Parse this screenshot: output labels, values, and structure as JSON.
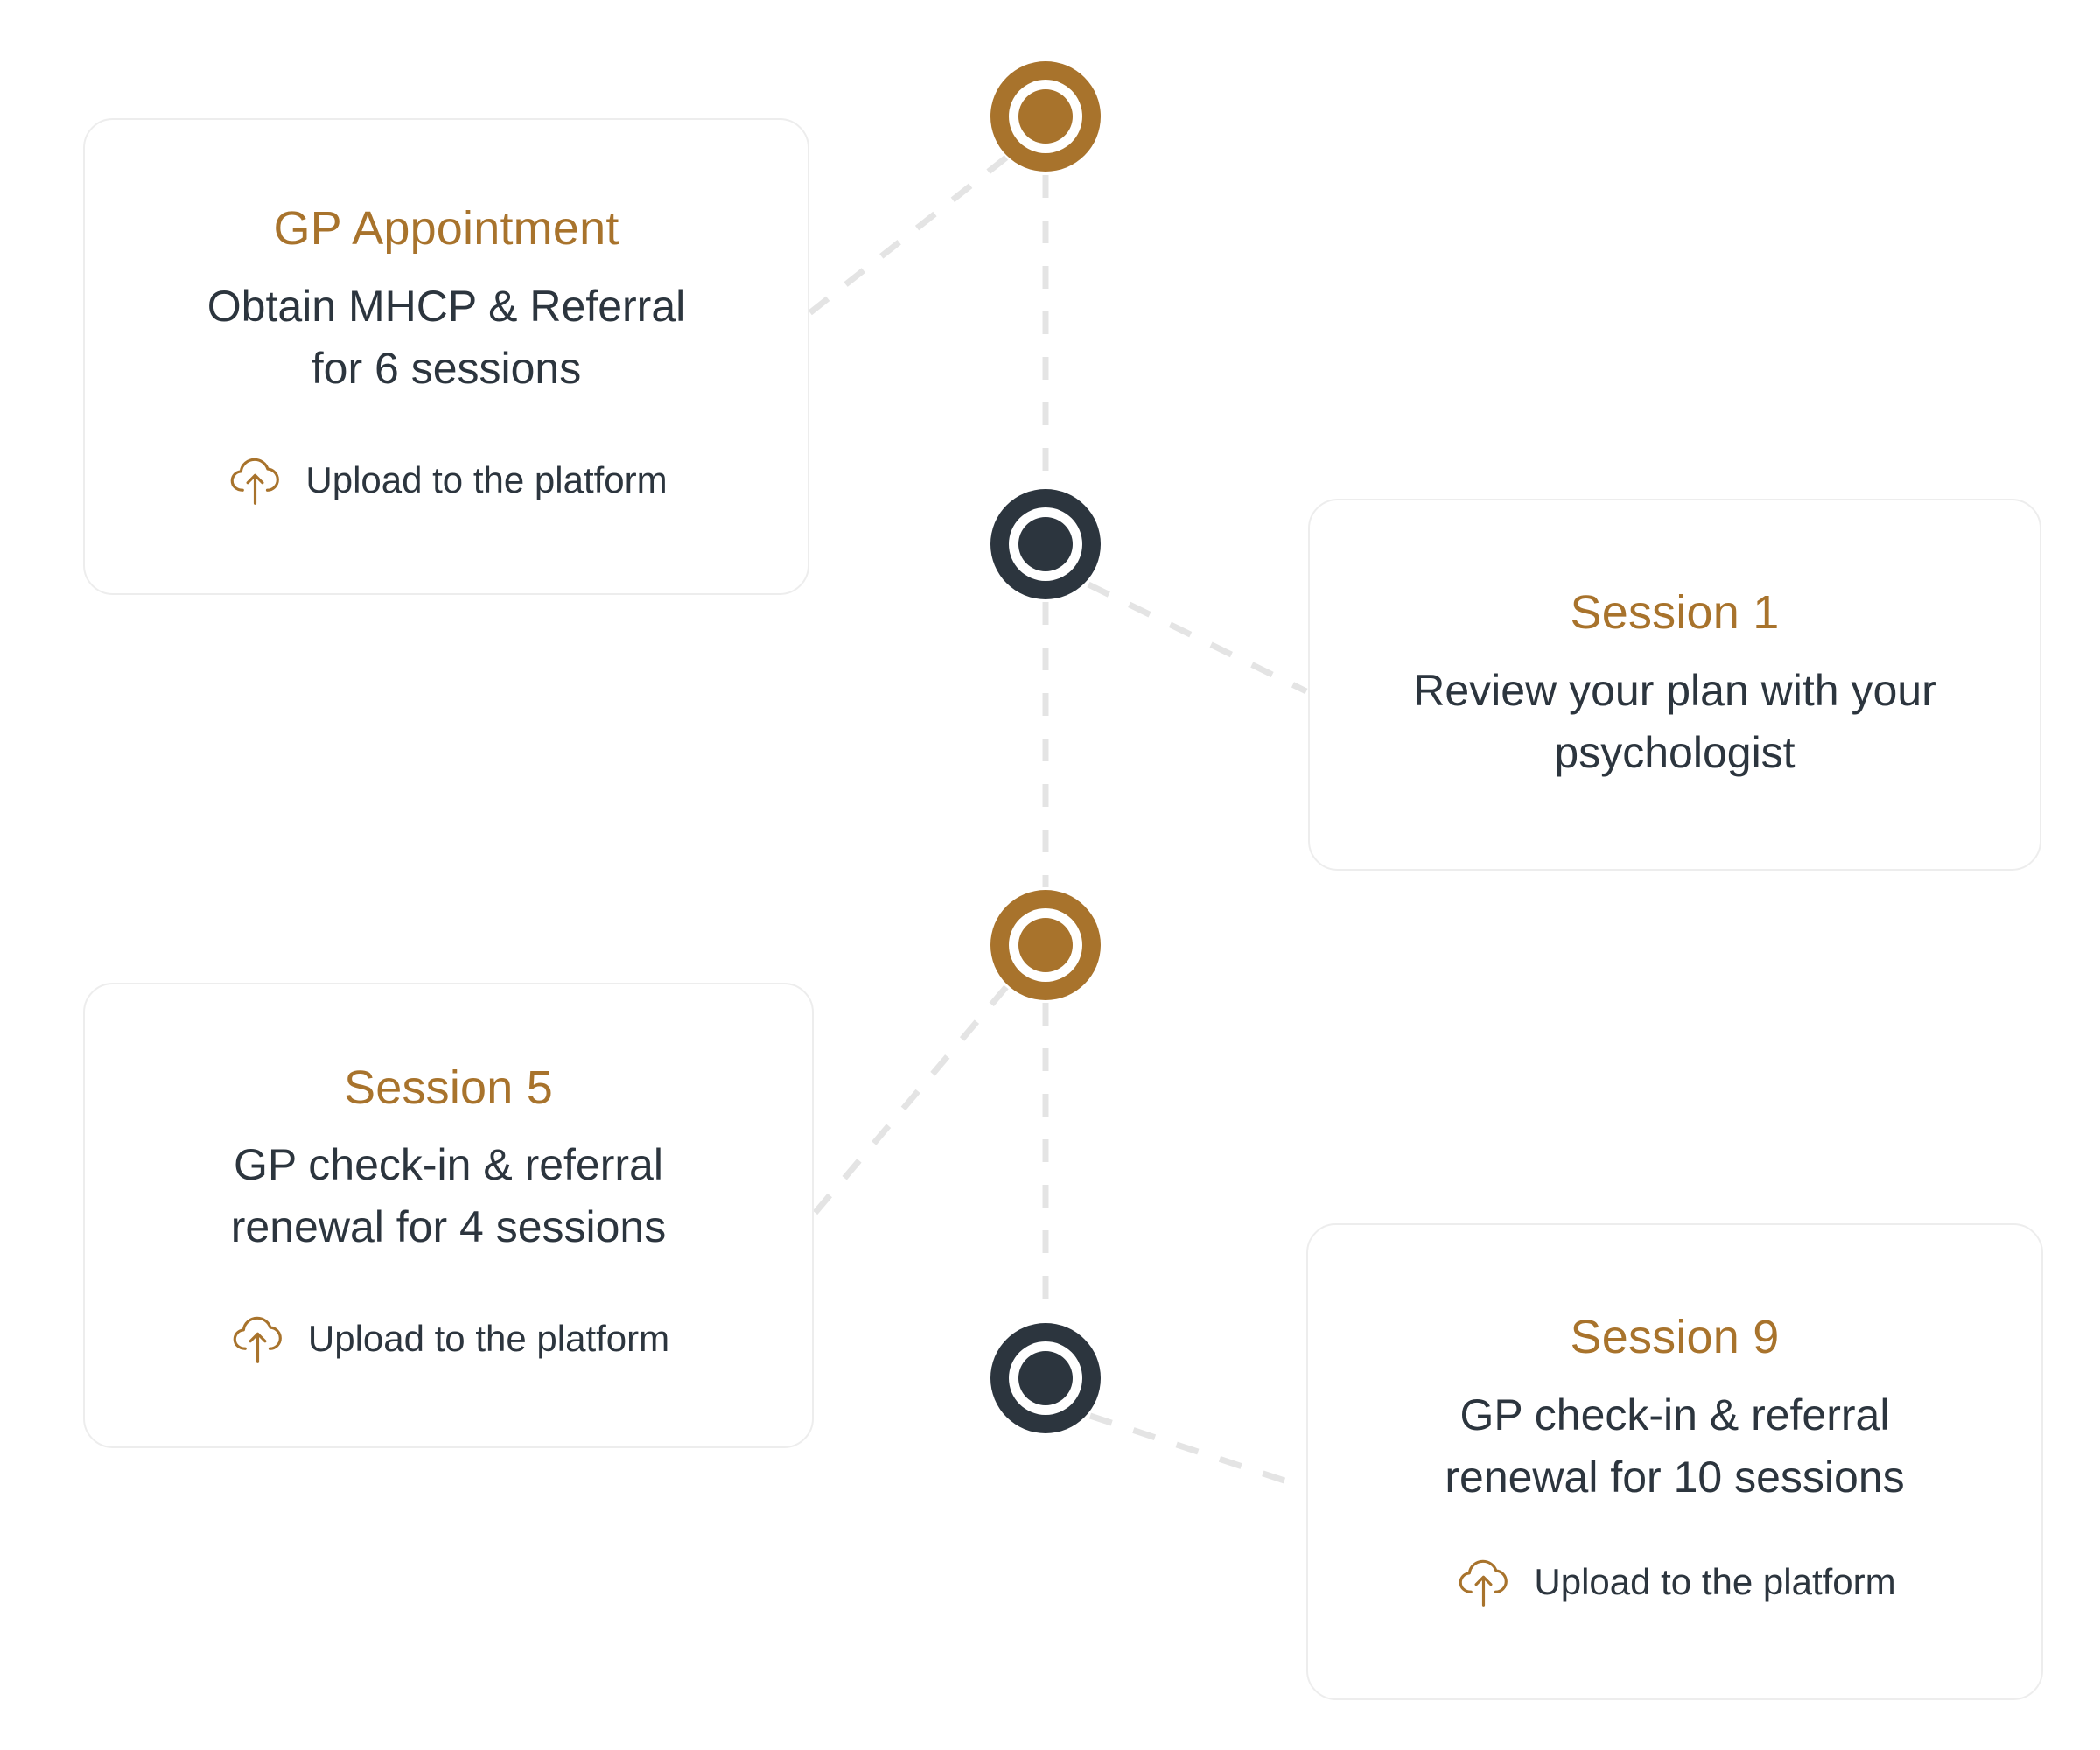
{
  "theme": {
    "accent_bronze": "#A8732C",
    "accent_dark": "#2C353E",
    "card_border": "#ededed",
    "connector_line": "#e4e4e4",
    "background": "#ffffff"
  },
  "diagram": {
    "title_semantic": "mental-health-care-plan-session-timeline",
    "upload_icon_name": "cloud-upload-icon"
  },
  "steps": [
    {
      "id": "gp-appointment",
      "title": "GP Appointment",
      "body": "Obtain MHCP & Referral for 6 sessions",
      "body_line1": "Obtain MHCP & Referral",
      "body_line2": "for 6 sessions",
      "action_label": "Upload to the platform",
      "has_action": true,
      "node_color": "#A8732C",
      "node_state": "bronze",
      "side": "left"
    },
    {
      "id": "session-1",
      "title": "Session 1",
      "body": "Review your plan with your psychologist",
      "body_line1": "Review your plan with your",
      "body_line2": "psychologist",
      "action_label": "",
      "has_action": false,
      "node_color": "#2C353E",
      "node_state": "dark",
      "side": "right"
    },
    {
      "id": "session-5",
      "title": "Session 5",
      "body": "GP check-in & referral renewal for 4 sessions",
      "body_line1": "GP check-in & referral",
      "body_line2": "renewal for 4 sessions",
      "action_label": "Upload to the platform",
      "has_action": true,
      "node_color": "#A8732C",
      "node_state": "bronze",
      "side": "left"
    },
    {
      "id": "session-9",
      "title": "Session 9",
      "body": "GP check-in & referral renewal for 10 sessions",
      "body_line1": "GP check-in & referral",
      "body_line2": "renewal for 10 sessions",
      "action_label": "Upload to the platform",
      "has_action": true,
      "node_color": "#2C353E",
      "node_state": "dark",
      "side": "right"
    }
  ]
}
